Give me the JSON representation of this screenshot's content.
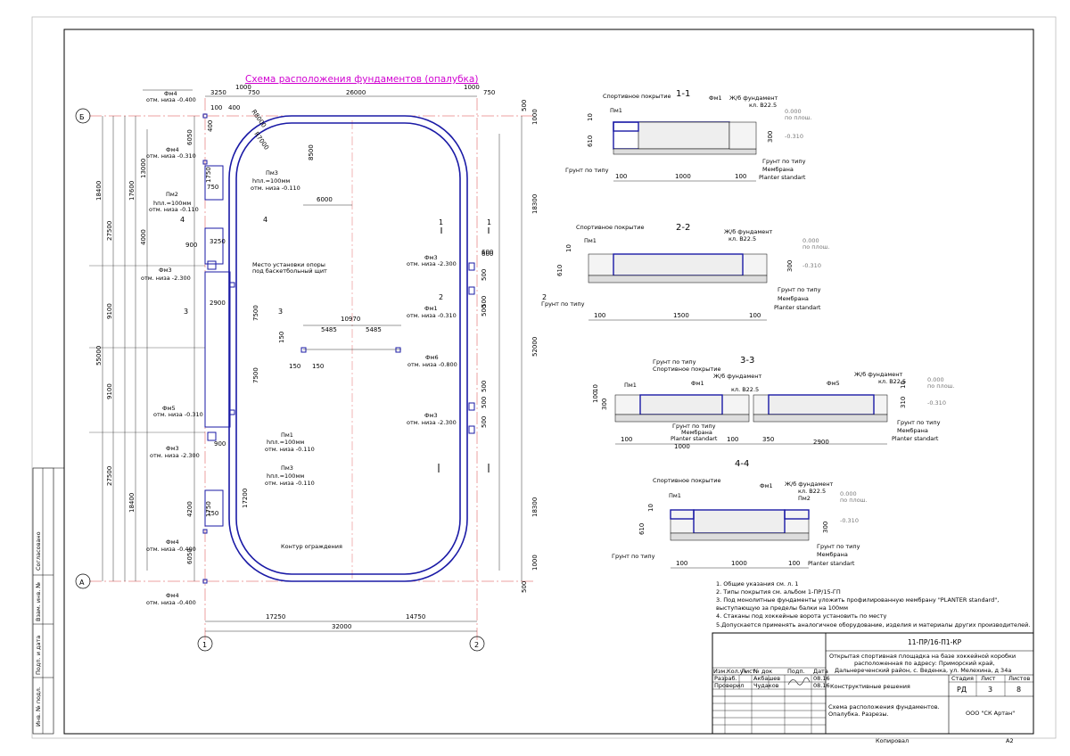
{
  "title": "Схема расположения фундаментов (опалубка)",
  "plan": {
    "dims_top": [
      "3250",
      "100",
      "400",
      "1000",
      "750",
      "26000",
      "1000",
      "750"
    ],
    "dims_left": [
      "18400",
      "17600",
      "13000",
      "27500",
      "9100",
      "55000",
      "9100",
      "27500",
      "18400",
      "17200",
      "4200",
      "6050",
      "4000",
      "6050",
      "3250",
      "2900",
      "900",
      "900",
      "1750",
      "1750",
      "750",
      "750",
      "400",
      "600"
    ],
    "dims_right": [
      "500",
      "1000",
      "18300",
      "600",
      "500",
      "500",
      "52000",
      "500",
      "500",
      "500",
      "500",
      "18300",
      "1000",
      "500"
    ],
    "dims_bottom": [
      "17250",
      "14750",
      "32000"
    ],
    "dims_inner": [
      "8500",
      "6000",
      "R7000",
      "R8000",
      "10970",
      "5485",
      "5485",
      "7500",
      "7500",
      "150",
      "150",
      "150"
    ],
    "axes": {
      "top": "Б",
      "bottom": "А",
      "left": "1",
      "right": "2"
    },
    "callouts": [
      {
        "name": "Фм4",
        "note": "отм. низа -0.400"
      },
      {
        "name": "Фм4",
        "note": "отм. низа -0.310"
      },
      {
        "name": "Пм2",
        "note": "hпл.=100мм",
        "note2": "отм. низа -0.110"
      },
      {
        "name": "Пм3",
        "note": "hпл.=100мм",
        "note2": "отм. низа -0.110"
      },
      {
        "name": "Фм3",
        "note": "отм. низа -2.300"
      },
      {
        "name": "Фм5",
        "note": "отм. низа -0.310"
      },
      {
        "name": "Фм3",
        "note": "отм. низа -2.300"
      },
      {
        "name": "Фм4",
        "note": "отм. низа -0.400"
      },
      {
        "name": "Фм4",
        "note": "отм. низа -0.400"
      },
      {
        "name": "Фм3",
        "note": "отм. низа -2.300"
      },
      {
        "name": "Фм1",
        "note": "отм. низа -0.310"
      },
      {
        "name": "Фм6",
        "note": "отм. низа -0.800"
      },
      {
        "name": "Фм3",
        "note": "отм. низа -2.300"
      },
      {
        "name": "Пм1",
        "note": "hпл.=100мм",
        "note2": "отм. низа -0.110"
      },
      {
        "name": "Пм3",
        "note": "hпл.=100мм",
        "note2": "отм. низа -0.110"
      }
    ],
    "basket_note": "Место установки опоры",
    "basket_note2": "под баскетбольный щит",
    "fence": "Контур ограждения",
    "section_marks": [
      "1",
      "1",
      "2",
      "2",
      "3",
      "3",
      "4",
      "4"
    ]
  },
  "sections": [
    {
      "title": "1-1",
      "labels": [
        "Спортивное покрытие",
        "Фм1",
        "Ж/б фундамент",
        "кл. В22.5",
        "Пм1",
        "Грунт по типу",
        "Грунт по типу",
        "Мембрана",
        "Planter standart"
      ],
      "dims": [
        "610",
        "300",
        "10",
        "100",
        "1000",
        "100"
      ],
      "levels": [
        "0.000",
        "по плош.",
        "-0.310"
      ]
    },
    {
      "title": "2-2",
      "labels": [
        "Спортивное покрытие",
        "Пм1",
        "Ж/б фундамент",
        "кл. В22.5",
        "Грунт по типу",
        "Грунт по типу",
        "Мембрана",
        "Planter standart"
      ],
      "dims": [
        "610",
        "300",
        "10",
        "100",
        "1500",
        "100"
      ],
      "levels": [
        "0.000",
        "по плош.",
        "-0.310"
      ]
    },
    {
      "title": "3-3",
      "labels": [
        "Грунт по типу",
        "Спортивное покрытие",
        "Пм1",
        "Фм1",
        "Ж/б фундамент",
        "кл. В22.5",
        "Фм5",
        "Ж/б фундамент",
        "кл. В22.5",
        "Грунт по типу",
        "Мембрана",
        "Planter standart",
        "Грунт по типу",
        "Мембрана",
        "Planter standart"
      ],
      "dims": [
        "10",
        "100",
        "300",
        "100",
        "1000",
        "100",
        "350",
        "2900",
        "310",
        "10"
      ],
      "levels": [
        "0.000",
        "по плош.",
        "-0.310"
      ]
    },
    {
      "title": "4-4",
      "labels": [
        "Спортивное покрытие",
        "Пм1",
        "Фм1",
        "Ж/б фундамент",
        "кл. В22.5",
        "Пм2",
        "Грунт по типу",
        "Грунт по типу",
        "Мембрана",
        "Planter standart"
      ],
      "dims": [
        "610",
        "300",
        "10",
        "100",
        "1000",
        "100"
      ],
      "levels": [
        "0.000",
        "по плош.",
        "-0.310"
      ]
    }
  ],
  "notes": [
    "1. Общие указания см. л. 1",
    "2. Типы покрытия см. альбом 1-ПР/15-ГП",
    "3. Под монолитные фундаменты уложить профилированную мембрану \"PLANTER standard\",",
    "    выступающую за пределы балки на 100мм",
    "4. Стаканы под хоккейные ворота установить по месту",
    "5.Допускается применять аналогичное оборудование, изделия и материалы других производителей."
  ],
  "stamp": {
    "code": "11-ПР/16-П1-КР",
    "object": [
      "Открытая спортивная площадка на базе хоккейной коробки",
      "расположенная по адресу: Приморский край,",
      "Дальнереченский район, с. Веденка, ул. Мелехина, д 34а"
    ],
    "header_cells": [
      "Изм.",
      "Кол.уч",
      "Лист",
      "№ док",
      "Подп.",
      "Дата"
    ],
    "rows": [
      {
        "role": "Разраб.",
        "name": "Акбашев",
        "date": "08.16"
      },
      {
        "role": "Проверил",
        "name": "Чудаков",
        "date": "08.16"
      }
    ],
    "section_name": "Конструктивные решения",
    "stage_head": [
      "Стадия",
      "Лист",
      "Листов"
    ],
    "stage_vals": [
      "РД",
      "3",
      "8"
    ],
    "sheet_name": [
      "Схема расположения фундаментов.",
      "Опалубка. Разрезы."
    ],
    "company": "ООО \"СК Артан\"",
    "copied": "Копировал",
    "format": "А2"
  },
  "side_stamp": [
    "Согласовано",
    "Взам. инв. №",
    "Подп. и дата",
    "Инв. № подл."
  ]
}
